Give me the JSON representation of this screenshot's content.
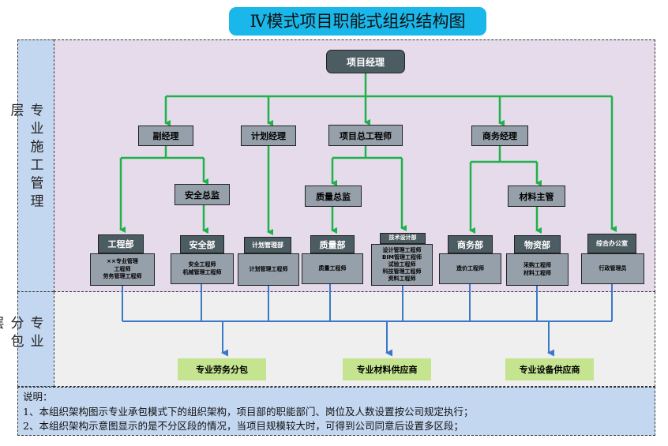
{
  "title": "Ⅳ模式项目职能式组织结构图",
  "layers": {
    "top": "专业施工管理层",
    "middle": "专业分包层"
  },
  "root": "项目经理",
  "level2": [
    "副经理",
    "计划经理",
    "项目总工程师",
    "商务经理"
  ],
  "level3": {
    "safety_director": "安全总监",
    "quality_director": "质量总监",
    "materials_director": "材料主管"
  },
  "departments": [
    {
      "name": "工程部",
      "roles": [
        "××专业管理",
        "工程师",
        "劳务管理工程师"
      ]
    },
    {
      "name": "安全部",
      "roles": [
        "安全工程师",
        "机械管理工程师"
      ]
    },
    {
      "name": "计划管理部",
      "roles": [
        "计划管理工程师"
      ]
    },
    {
      "name": "质量部",
      "roles": [
        "质量工程师"
      ]
    },
    {
      "name": "技术设计部",
      "roles": [
        "设计管理工程师",
        "BIM管理工程师",
        "试验工程师",
        "科技管理工程师",
        "资料工程师"
      ]
    },
    {
      "name": "商务部",
      "roles": [
        "造价工程师"
      ]
    },
    {
      "name": "物资部",
      "roles": [
        "采购工程师",
        "材料工程师"
      ]
    },
    {
      "name": "综合办公室",
      "roles": [
        "行政管理员"
      ]
    }
  ],
  "subcontractors": [
    "专业劳务分包",
    "专业材料供应商",
    "专业设备供应商"
  ],
  "notes": [
    "说明：",
    "1、本组织架构图示专业承包模式下的组织架构，项目部的职能部门、岗位及人数设置按公司规定执行；",
    "2、本组织架构示意图显示的是不分区段的情况，当项目规模较大时，可得到公司同意后设置多区段；"
  ],
  "colors": {
    "title_bg": "#19b7ea",
    "top_band": "#e5dbea",
    "middle_band": "#efefef",
    "label_band": "#c4d7f0",
    "green_line": "#1fb14a",
    "blue_line": "#3a78c8",
    "dark_box": "#4c5c63",
    "gray_box": "#96a0aa",
    "sub_box": "#c4e490"
  }
}
